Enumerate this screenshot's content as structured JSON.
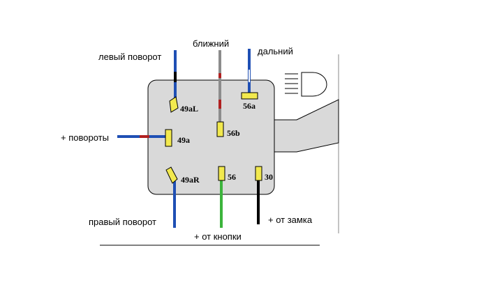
{
  "labels": {
    "left_turn": "левый поворот",
    "low_beam": "ближний",
    "high_beam": "дальний",
    "plus_turns": "+ повороты",
    "right_turn": "правый поворот",
    "from_button": "+ от кнопки",
    "from_ignition": "+ от замка"
  },
  "pins": {
    "p49aL": "49aL",
    "p56a": "56a",
    "p56b": "56b",
    "p49a": "49a",
    "p49aR": "49aR",
    "p56": "56",
    "p30": "30"
  },
  "colors": {
    "housing_fill": "#d9d9d9",
    "housing_stroke": "#000000",
    "pin_fill": "#f2e94e",
    "wire_blue": "#1f4fb4",
    "wire_gray": "#8c8c8c",
    "wire_green": "#3cb43c",
    "wire_black": "#000000",
    "stripe_red": "#b02020",
    "stripe_black": "#000000",
    "stripe_white": "#ffffff"
  }
}
